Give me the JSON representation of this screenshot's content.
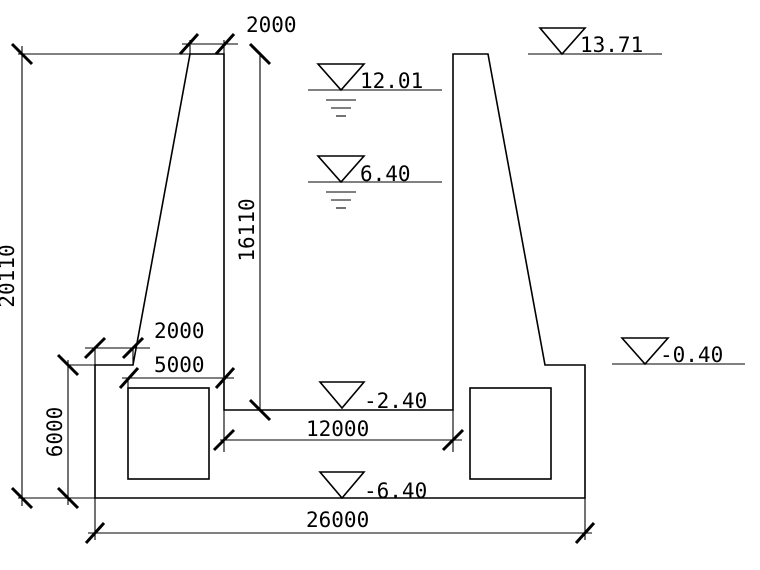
{
  "diagram": {
    "elevations": {
      "top_right": "13.71",
      "water_high": "12.01",
      "water_low": "6.40",
      "ground": "-0.40",
      "inner_floor": "-2.40",
      "base": "-6.40"
    },
    "dimensions": {
      "wall_top_width": "2000",
      "total_height": "20110",
      "inner_wall_height": "16110",
      "wall_bottom_offset": "2000",
      "culvert_width": "5000",
      "base_height": "6000",
      "inner_width": "12000",
      "total_width": "26000"
    }
  }
}
